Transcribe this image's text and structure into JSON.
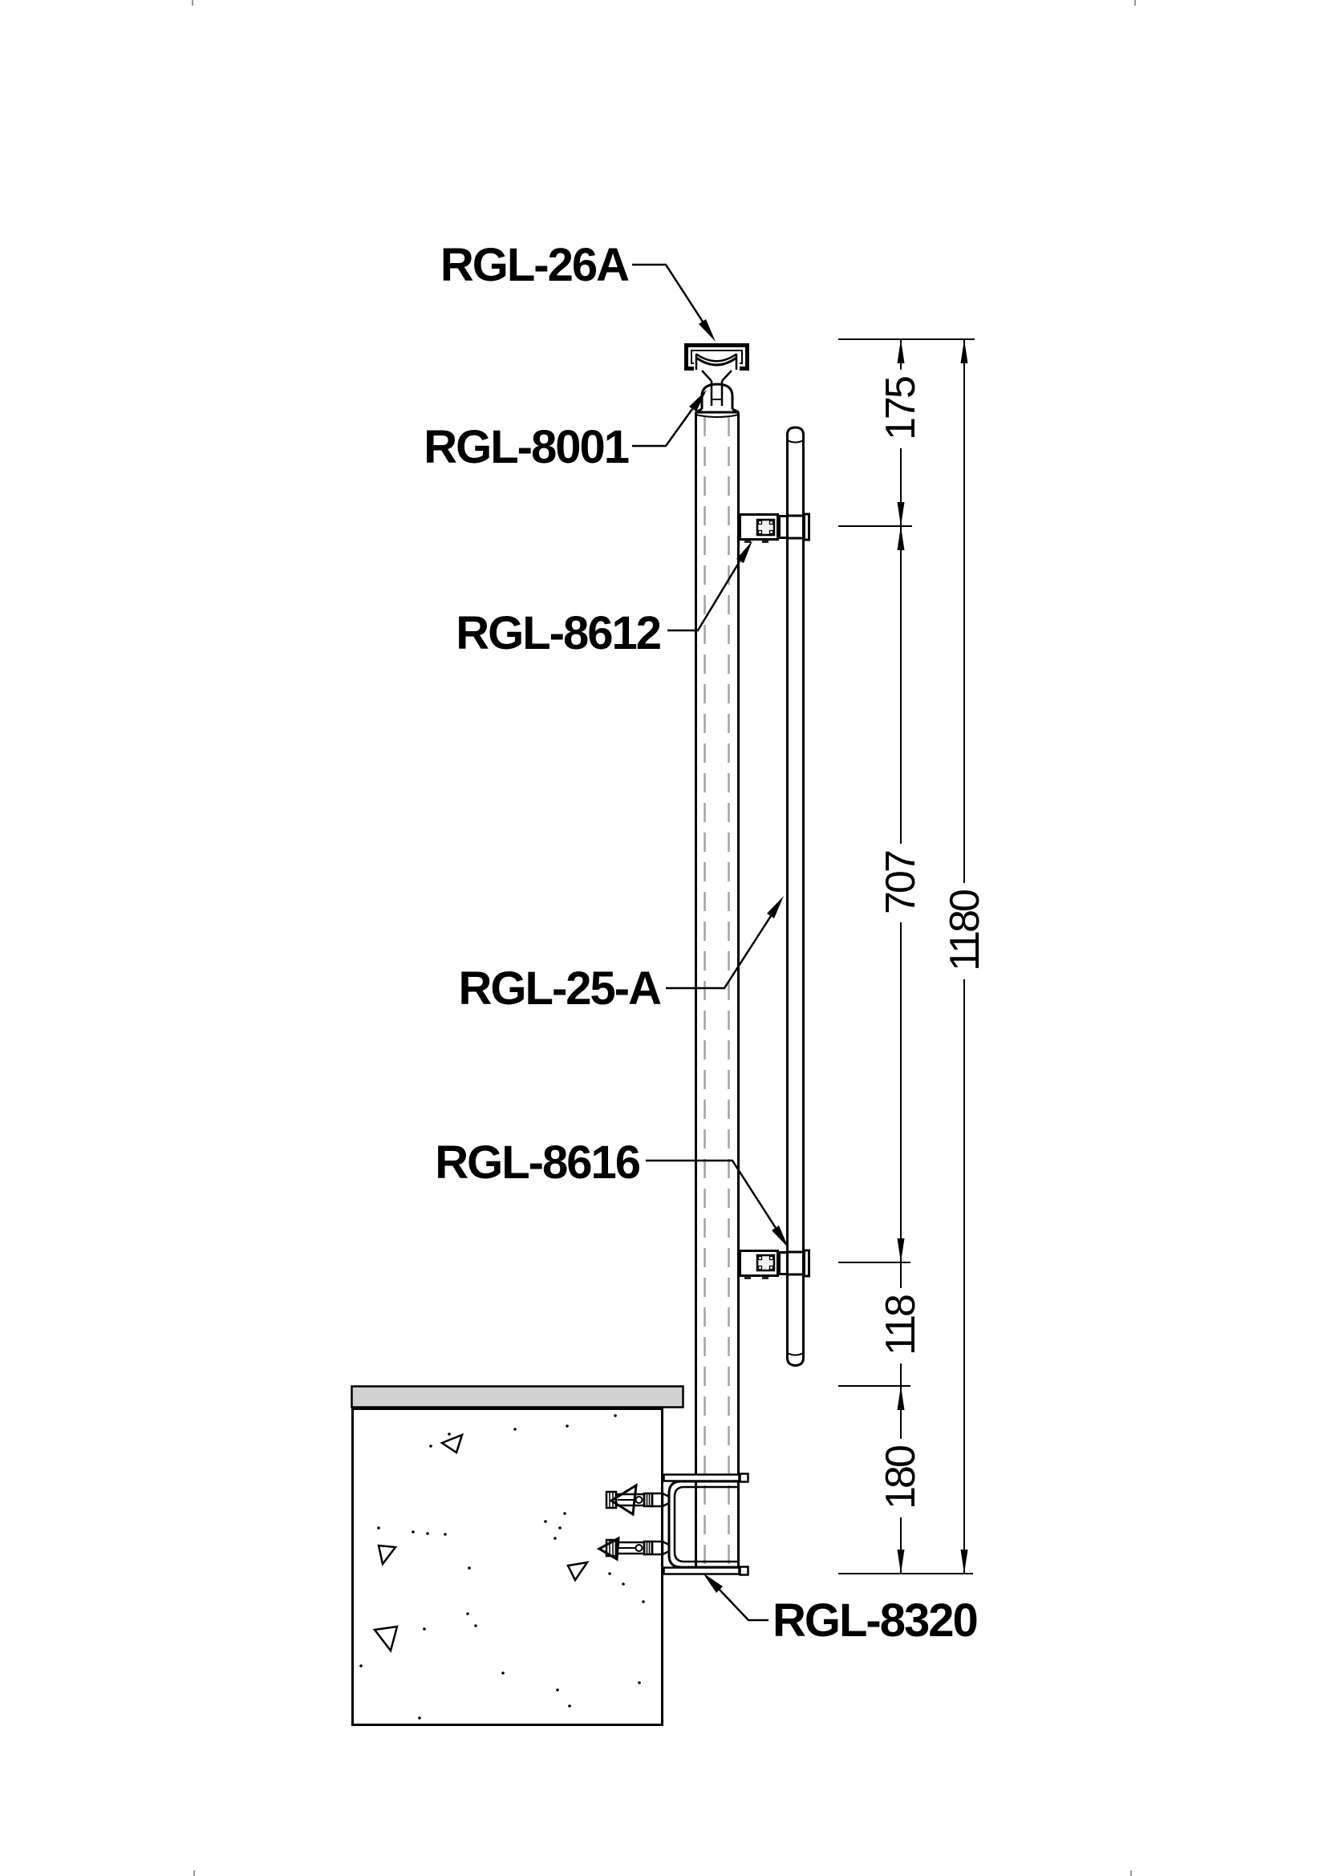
{
  "labels": {
    "cap": "RGL-26A",
    "connector": "RGL-8001",
    "upper_bracket": "RGL-8612",
    "handrail": "RGL-25-A",
    "lower_bracket": "RGL-8616",
    "base_bracket": "RGL-8320"
  },
  "dimensions": {
    "cap_to_upper_bracket": "175",
    "upper_to_lower_bracket": "707",
    "lower_bracket_to_slab": "118",
    "slab_to_post_bottom": "180",
    "overall_height": "1180"
  },
  "colors": {
    "line": "#000000",
    "centerline": "#a3a3a3",
    "slab_fill": "#d2d2d2",
    "bracket_square_fill": "#f2f2f2",
    "background": "#ffffff"
  }
}
